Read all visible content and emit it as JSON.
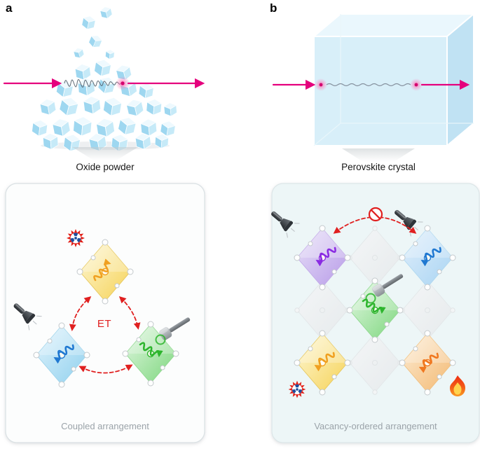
{
  "panel_a": {
    "label": "a",
    "caption": "Oxide powder",
    "et_label": "ET",
    "box_caption": "Coupled arrangement"
  },
  "panel_b": {
    "label": "b",
    "caption": "Perovskite crystal",
    "box_caption": "Vacancy-ordered arrangement"
  },
  "colors": {
    "beam_magenta": "#e5007d",
    "energy_transfer_red": "#e02020",
    "crystal_blue": "#cdeaf7",
    "octahedron_yellow": "#f6d255",
    "octahedron_blue": "#8fd0ee",
    "octahedron_green": "#7cd67c",
    "octahedron_purple": "#b79ae8",
    "octahedron_orange": "#f3b870",
    "box_caption_gray": "#9ba3a9"
  },
  "icons": {
    "radiation": "radiation-burst-icon",
    "flashlight": "flashlight-icon",
    "hammer": "hammer-icon",
    "flame": "flame-icon",
    "no_transfer": "prohibition-icon",
    "energy_transfer_arrows": "dashed-double-arrow-icon"
  }
}
